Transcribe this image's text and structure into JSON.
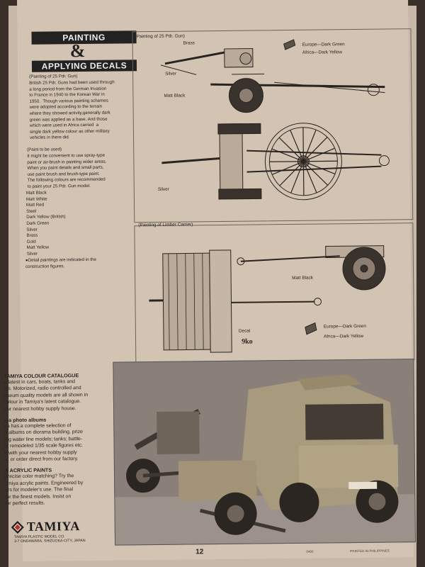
{
  "header": {
    "title_line1": "PAINTING",
    "ampersand": "&",
    "title_line2": "APPLYING DECALS"
  },
  "intro": {
    "heading": "(Painting of 25 Pdr. Gun)",
    "lines": [
      "British 25 Pdr. Guns had been used through",
      "a long period from the German Invasion",
      "to France in 1940 to the Korean War in",
      "1950.  Though various painting schemes",
      "were adopted according to the terrain",
      "where they showed activity,generally dark",
      "green was applied as a base. And those",
      "which were used in Africa carried  a",
      "single dark yellow colour as other military",
      "vehicles in there did."
    ]
  },
  "paint_used": {
    "heading": "(Paint to be used)",
    "lines": [
      "It might be convenient to use spray-type",
      "paint or air-brush in painting wider areas.",
      "When you paint details and small parts,",
      "use paint brush and brush-type paint.",
      "The following colours are recommended",
      "to paint your 25 Pdr. Gun model."
    ],
    "colours": [
      "Matt Black",
      "Matt White",
      "Matt Red",
      "Steel",
      "Dark Yellow (British)",
      "Dark Green",
      "Silver",
      "Brass",
      "Gold",
      "Matt Yellow",
      "Silver"
    ],
    "note": [
      "●Detail paintings are indicated in the",
      "construction figures."
    ]
  },
  "gun_panel": {
    "title": "(Painting of 25 Pdr. Gun)",
    "labels": {
      "brass": "Brass",
      "silver1": "Silver",
      "matt_black": "Matt Black",
      "silver2": "Silver"
    },
    "legend": {
      "europe": "Europe—Dark Green",
      "africa": "Africa—Dark Yellow"
    }
  },
  "limber_panel": {
    "title": "(Painting of Limber Carrier)",
    "labels": {
      "matt_black": "Matt Black",
      "decal": "Decal",
      "decal_mark": "9ko"
    },
    "legend": {
      "europe": "Europe—Dark Green",
      "africa": "Africa—Dark Yellow"
    }
  },
  "catalogue": {
    "heading": "TAMIYA COLOUR CATALOGUE",
    "lines": [
      "e latest in cars, boats, tanks and",
      "ips. Motorized, radio controlled and",
      "useum quality models are all shown in",
      "colour in Tamiya's latest catalogue.",
      "our nearest hobby supply house."
    ]
  },
  "albums": {
    "heading": "iya photo albums",
    "lines": [
      "ya has a complete selection of",
      "o albums on diorama building, prize",
      "ing water line models; tanks; battle-",
      "s; remodeled 1/35 scale figures etc.",
      "k with your nearest hobby supply",
      "e, or order direct from our factory."
    ]
  },
  "acrylic": {
    "heading": "A ACRYLIC PAINTS",
    "lines": [
      "precise color matching? Try the",
      "amiya acrylic paints. Engineered by",
      "ers for modeler's use. The final",
      "for the finest models. Insist on",
      "for perfect results."
    ]
  },
  "brand": {
    "name": "TAMIYA",
    "company": "TAMIYA PLASTIC MODEL CO.",
    "address": "3-7 ONDAWARA, SHIZUOKA-CITY, JAPAN"
  },
  "footer": {
    "page": "12",
    "code": "0490",
    "printed": "PRINTED IN PHILIPPINES"
  }
}
